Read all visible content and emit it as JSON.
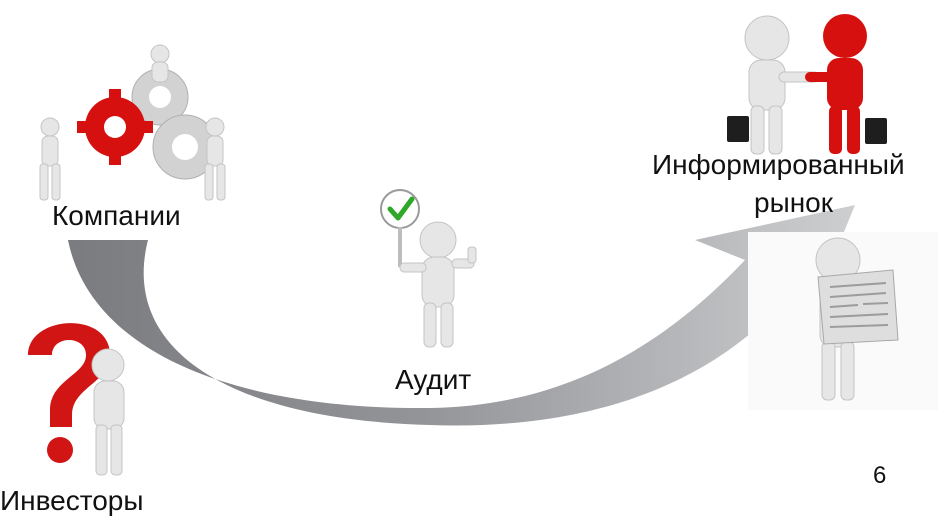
{
  "labels": {
    "companies": "Компании",
    "informed_market_line1": "Информированный",
    "informed_market_line2": "рынок",
    "audit": "Аудит",
    "investors": "Инвесторы"
  },
  "page_number": "6",
  "colors": {
    "arrow_dark": "#7f8084",
    "arrow_light": "#c9cacc",
    "figure_white": "#e8e8e8",
    "accent_red": "#d60f0f",
    "check_green": "#2fa829"
  },
  "icons": {
    "companies": "gears-teamwork-icon",
    "informed_market": "handshake-business-icon",
    "audit": "checkmark-sign-icon",
    "investors": "question-mark-thinking-icon",
    "newspaper": "reading-newspaper-icon"
  }
}
